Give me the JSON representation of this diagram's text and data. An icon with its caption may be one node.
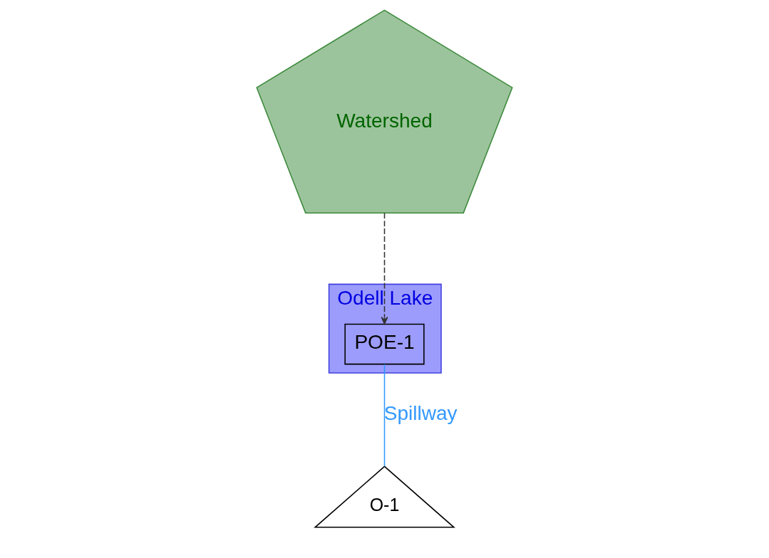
{
  "diagram": {
    "nodes": [
      {
        "text": [
          "Watershed"
        ]
      },
      {
        "text": [
          "Odell Lake"
        ]
      },
      {
        "text": [
          "POE-1"
        ],
        "in": 1
      },
      {
        "text": [
          "O-1"
        ]
      }
    ],
    "edges": [
      {
        "from": 0,
        "to": 2,
        "arrow": "to",
        "style": "dashed"
      },
      {
        "from": 2,
        "to": 3,
        "arrow": "none",
        "label": "Spillway",
        "color": "#3399ff"
      }
    ]
  }
}
